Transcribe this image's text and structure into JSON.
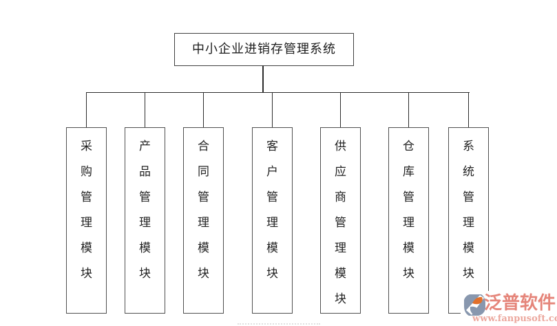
{
  "diagram": {
    "title": "中小企业进销存管理系统",
    "modules": [
      {
        "label": "采购管理模块"
      },
      {
        "label": "产品管理模块"
      },
      {
        "label": "合同管理模块"
      },
      {
        "label": "客户管理模块"
      },
      {
        "label": "供应商管理模块"
      },
      {
        "label": "仓库管理模块"
      },
      {
        "label": "系统管理模块"
      }
    ]
  },
  "watermark": {
    "brand": "泛普软件",
    "url": "www.fanpusoft.com",
    "icon": "fanpu-logo-icon",
    "brand_color": "#e5857a",
    "url_color": "#eca89e",
    "icon_slate_color": "#8897ae",
    "icon_orange_color": "#e2702a"
  },
  "colors": {
    "background": "#ffffff",
    "connector_line": "#2b2b2b",
    "box_border": "#4e4e4e",
    "text": "#1c1c1c"
  }
}
